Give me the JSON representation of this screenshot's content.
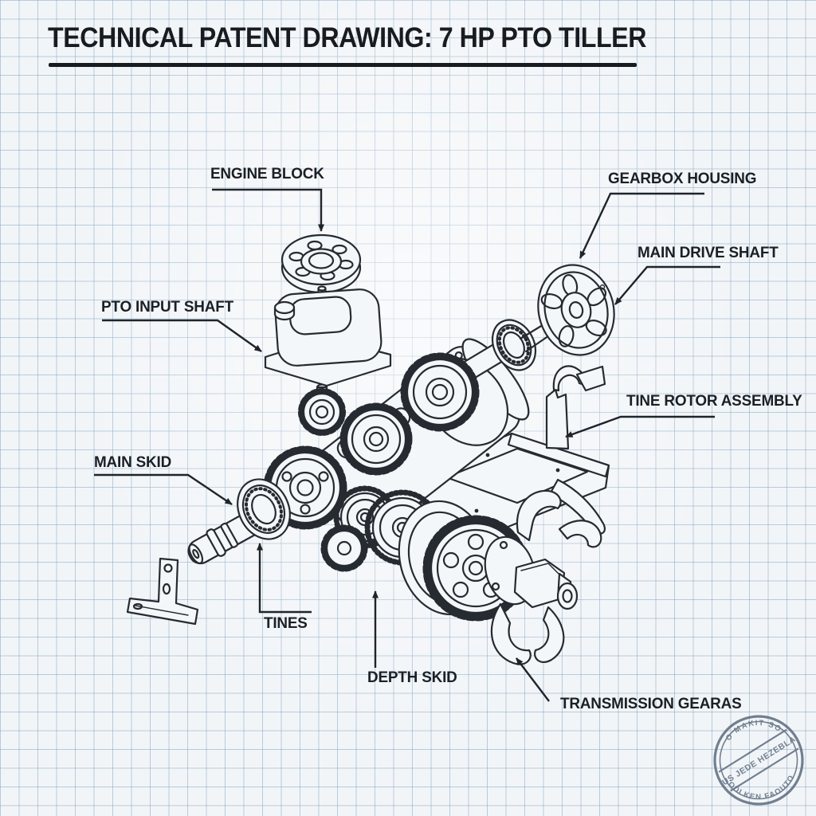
{
  "title": {
    "text": "TECHNICAL PATENT DRAWING: 7 HP PTO TILLER"
  },
  "labels": {
    "engine_block": "ENGINE BLOCK",
    "gearbox_housing": "GEARBOX HOUSING",
    "main_drive_shaft": "MAIN DRIVE SHAFT",
    "pto_input_shaft": "PTO INPUT SHAFT",
    "tine_rotor_assembly": "TINE ROTOR ASSEMBLY",
    "main_skid": "MAIN SKID",
    "tines": "TINES",
    "depth_skid": "DEPTH SKID",
    "transmission_gears": "TRANSMISSION GEARAS"
  },
  "stamp": {
    "arc_top": "O MAKIT SO.",
    "band": "US JEDE HEZEBLA",
    "arc_bottom": "ODLKEN FAOUTO"
  },
  "colors": {
    "ink": "#23272d",
    "grid_line": "#9db9cf",
    "paper": "#f2f5f8",
    "stamp_ink": "#576678"
  }
}
